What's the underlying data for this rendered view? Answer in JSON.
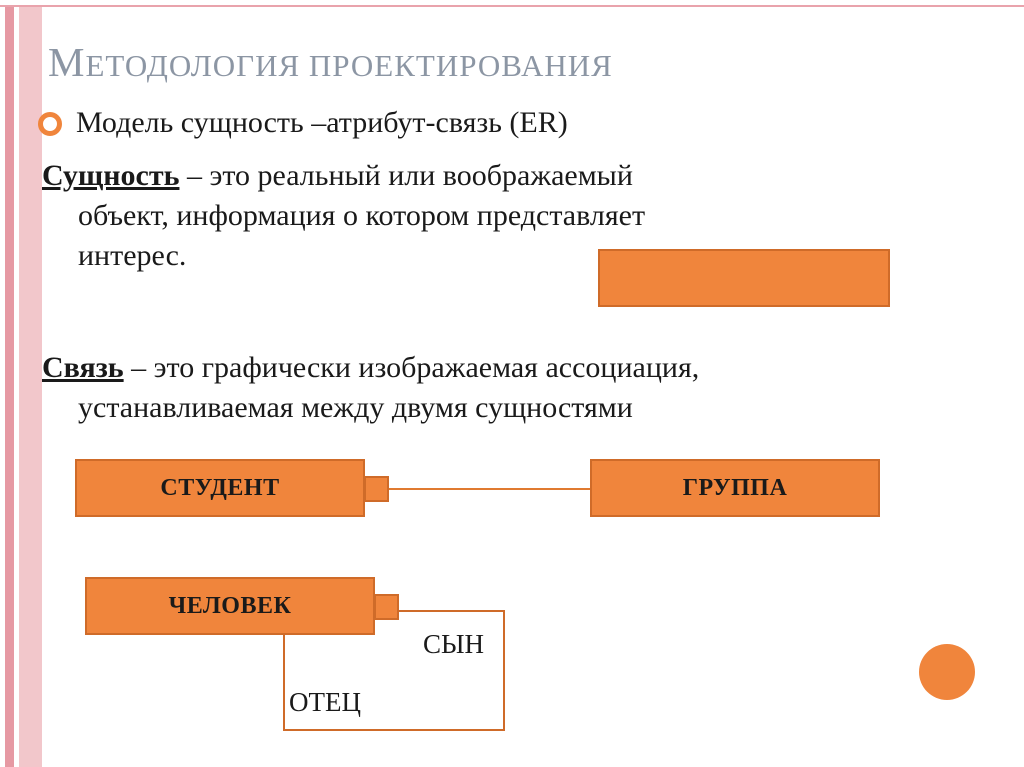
{
  "slide": {
    "title": "МЕТОДОЛОГИЯ ПРОЕКТИРОВАНИЯ",
    "bullet_text": "Модель сущность –атрибут-связь (ER)",
    "entity": {
      "term": "Сущность",
      "line1_rest": " – это реальный или воображаемый",
      "line2": "объект, информация о котором представляет",
      "line3": "интерес."
    },
    "relation": {
      "term": "Связь",
      "line1_rest": " – это графически изображаемая ассоциация,",
      "line2": "устанавливаемая между двумя сущностями"
    },
    "diagram": {
      "student": "СТУДЕНТ",
      "group": "ГРУППА",
      "person": "ЧЕЛОВЕК",
      "son": "СЫН",
      "father": "ОТЕЦ"
    },
    "colors": {
      "orange_fill": "#f0853c",
      "orange_border": "#cf6b29",
      "pink_dark": "#e699a3",
      "pink_light": "#f2c7cb",
      "title_gray_blue": "#8c96a4"
    }
  }
}
